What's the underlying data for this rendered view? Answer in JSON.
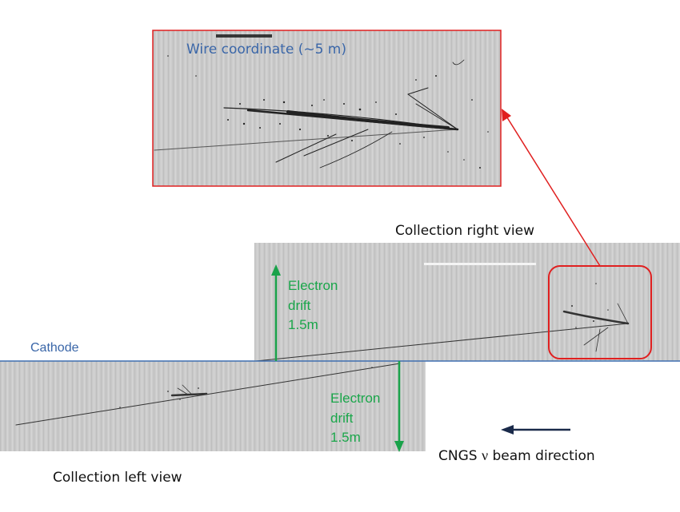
{
  "labels": {
    "zoom_title": "Wire coordinate (~5 m)",
    "right_view": "Collection right view",
    "left_view": "Collection left view",
    "cathode": "Cathode",
    "drift_top": [
      "Electron",
      "drift",
      "1.5m"
    ],
    "drift_bottom": [
      "Electron",
      "drift",
      "1.5m"
    ],
    "beam_prefix": "CNGS",
    "beam_nu": "ν",
    "beam_suffix": "beam direction"
  },
  "colors": {
    "panel_bg": "#c9c9c9",
    "highlight": "#e02020",
    "drift_arrow": "#19a24a",
    "cathode_line": "#3f6fb0",
    "beam_arrow": "#1a2a4a",
    "text_blue": "#3a66a8",
    "text_green": "#1aa64a"
  }
}
